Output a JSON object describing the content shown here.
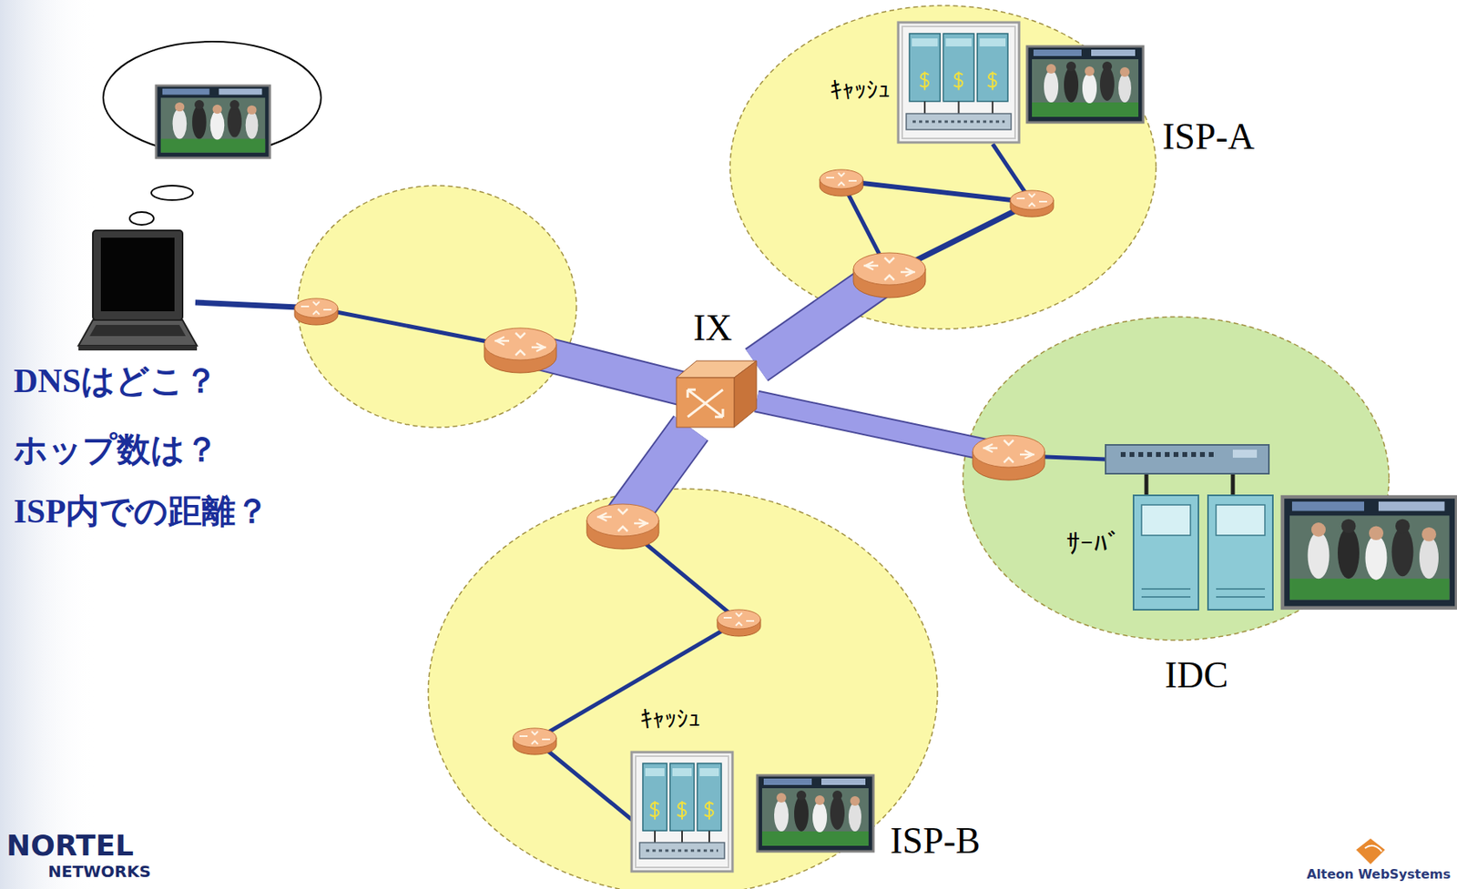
{
  "diagram": {
    "nodes": [
      {
        "text": [
          "ISP-A"
        ]
      },
      {
        "text": [
          "ｷｬｯｼｭ"
        ],
        "in": 0
      },
      {
        "text": [
          "IDC"
        ]
      },
      {
        "text": [
          "ｻｰﾊﾞ"
        ],
        "in": 2
      },
      {
        "text": [
          "ISP-B"
        ]
      },
      {
        "text": [
          "ｷｬｯｼｭ"
        ],
        "in": 4
      },
      {
        "text": [
          "IX"
        ]
      }
    ],
    "edges": [
      {
        "from": 6,
        "to": 0,
        "arrow": "none"
      },
      {
        "from": 6,
        "to": 2,
        "arrow": "none"
      },
      {
        "from": 6,
        "to": 4,
        "arrow": "none"
      }
    ],
    "labels": [
      "DNSはどこ？",
      "ホップ数は？",
      "ISP内での距離？",
      "NORTEL",
      "NETWORKS",
      "Alteon WebSystems"
    ]
  }
}
